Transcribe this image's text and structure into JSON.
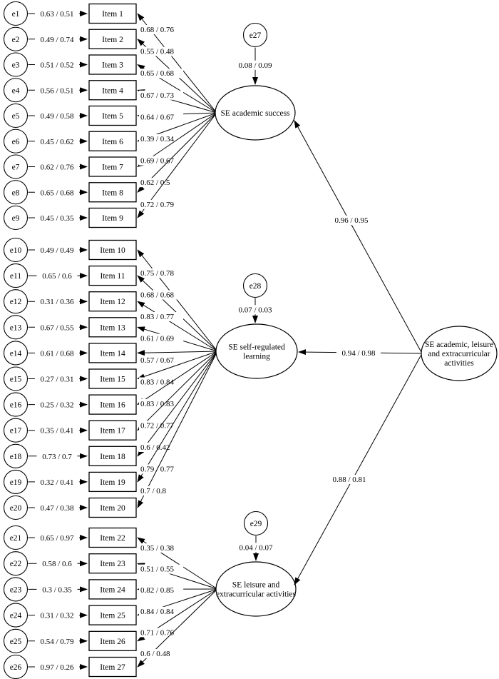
{
  "diagram": {
    "kind": "sem-path-diagram",
    "colors": {
      "stroke": "#000000",
      "fill": "#ffffff",
      "text": "#000000"
    },
    "second_order_factor": {
      "label_lines": [
        "SE academic, leisure",
        "and extracurricular",
        "activities"
      ],
      "paths": [
        {
          "to": "SE academic success",
          "value": "0.96 / 0.95"
        },
        {
          "to": "SE self-regulated learning",
          "value": "0.94 / 0.98"
        },
        {
          "to": "SE leisure and extracurricular activities",
          "value": "0.88 / 0.81"
        }
      ]
    },
    "factors": [
      {
        "name": "SE academic success",
        "label_lines": [
          "SE academic success"
        ],
        "error": {
          "name": "e27",
          "value": "0.08 / 0.09"
        },
        "indicators": [
          {
            "error": "e1",
            "error_value": "0.63 / 0.51",
            "item": "Item 1",
            "loading": "0.68 / 0.76"
          },
          {
            "error": "e2",
            "error_value": "0.49 / 0.74",
            "item": "Item 2",
            "loading": "0.55 / 0.48"
          },
          {
            "error": "e3",
            "error_value": "0.51 / 0.52",
            "item": "Item 3",
            "loading": "0.65 / 0.68"
          },
          {
            "error": "e4",
            "error_value": "0.56 / 0.51",
            "item": "Item 4",
            "loading": "0.67 / 0.73"
          },
          {
            "error": "e5",
            "error_value": "0.49 / 0.58",
            "item": "Item 5",
            "loading": "0.64 / 0.67"
          },
          {
            "error": "e6",
            "error_value": "0.45 / 0.62",
            "item": "Item 6",
            "loading": "0.39 / 0.34"
          },
          {
            "error": "e7",
            "error_value": "0.62 / 0.76",
            "item": "Item 7",
            "loading": "0.69 / 0.67"
          },
          {
            "error": "e8",
            "error_value": "0.65 / 0.68",
            "item": "Item 8",
            "loading": "0.62 / 0.5"
          },
          {
            "error": "e9",
            "error_value": "0.45 / 0.35",
            "item": "Item 9",
            "loading": "0.72 / 0.79"
          }
        ]
      },
      {
        "name": "SE self-regulated learning",
        "label_lines": [
          "SE self-regulated",
          "learning"
        ],
        "error": {
          "name": "e28",
          "value": "0.07 / 0.03"
        },
        "indicators": [
          {
            "error": "e10",
            "error_value": "0.49 / 0.49",
            "item": "Item 10",
            "loading": "0.75 / 0.78"
          },
          {
            "error": "e11",
            "error_value": "0.65 / 0.6",
            "item": "Item 11",
            "loading": "0.68 / 0.68"
          },
          {
            "error": "e12",
            "error_value": "0.31 / 0.36",
            "item": "Item 12",
            "loading": "0.83 / 0.77"
          },
          {
            "error": "e13",
            "error_value": "0.67 / 0.55",
            "item": "Item 13",
            "loading": "0.61 / 0.69"
          },
          {
            "error": "e14",
            "error_value": "0.61 / 0.68",
            "item": "Item 14",
            "loading": "0.57 / 0.67"
          },
          {
            "error": "e15",
            "error_value": "0.27 / 0.31",
            "item": "Item 15",
            "loading": "0.83 / 0.84"
          },
          {
            "error": "e16",
            "error_value": "0.25 / 0.32",
            "item": "Item 16",
            "loading": "0.83 / 0.83"
          },
          {
            "error": "e17",
            "error_value": "0.35 / 0.41",
            "item": "Item 17",
            "loading": "0.72 / 0.77"
          },
          {
            "error": "e18",
            "error_value": "0.73 / 0.7",
            "item": "Item 18",
            "loading": "0.6 / 0.42"
          },
          {
            "error": "e19",
            "error_value": "0.32 / 0.41",
            "item": "Item 19",
            "loading": "0.79 / 0.77"
          },
          {
            "error": "e20",
            "error_value": "0.47 / 0.38",
            "item": "Item 20",
            "loading": "0.7 / 0.8"
          }
        ]
      },
      {
        "name": "SE leisure and extracurricular activities",
        "label_lines": [
          "SE leisure and",
          "extracurricular activities"
        ],
        "error": {
          "name": "e29",
          "value": "0.04 / 0.07"
        },
        "indicators": [
          {
            "error": "e21",
            "error_value": "0.65 / 0.97",
            "item": "Item 22",
            "loading": "0.35 / 0.38"
          },
          {
            "error": "e22",
            "error_value": "0.58 / 0.6",
            "item": "Item 23",
            "loading": "0.51 / 0.55"
          },
          {
            "error": "e23",
            "error_value": "0.3 / 0.35",
            "item": "Item 24",
            "loading": "0.82 / 0.85"
          },
          {
            "error": "e24",
            "error_value": "0.31 / 0.32",
            "item": "Item 25",
            "loading": "0.84 / 0.84"
          },
          {
            "error": "e25",
            "error_value": "0.54 / 0.79",
            "item": "Item 26",
            "loading": "0.71 / 0.76"
          },
          {
            "error": "e26",
            "error_value": "0.97 / 0.26",
            "item": "Item 27",
            "loading": "0.6 / 0.48"
          }
        ]
      }
    ]
  }
}
